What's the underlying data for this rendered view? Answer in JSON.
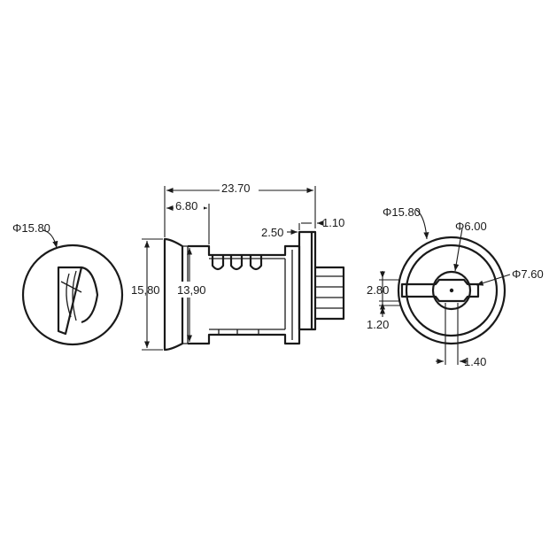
{
  "dimensions": {
    "front_face_diameter": "Φ15.80",
    "overall_length": "23.70",
    "head_length": "6.80",
    "flange_thickness": "2.50",
    "cam_thickness": "1.10",
    "head_diameter": "15,80",
    "body_diameter": "13,90",
    "rear_outer_diameter": "Φ15.80",
    "rear_inner_diameter": "Φ6.00",
    "rear_bore_diameter": "Φ7.60",
    "slot_height": "2.80",
    "slot_offset": "1.20",
    "slot_width": "1.40"
  }
}
